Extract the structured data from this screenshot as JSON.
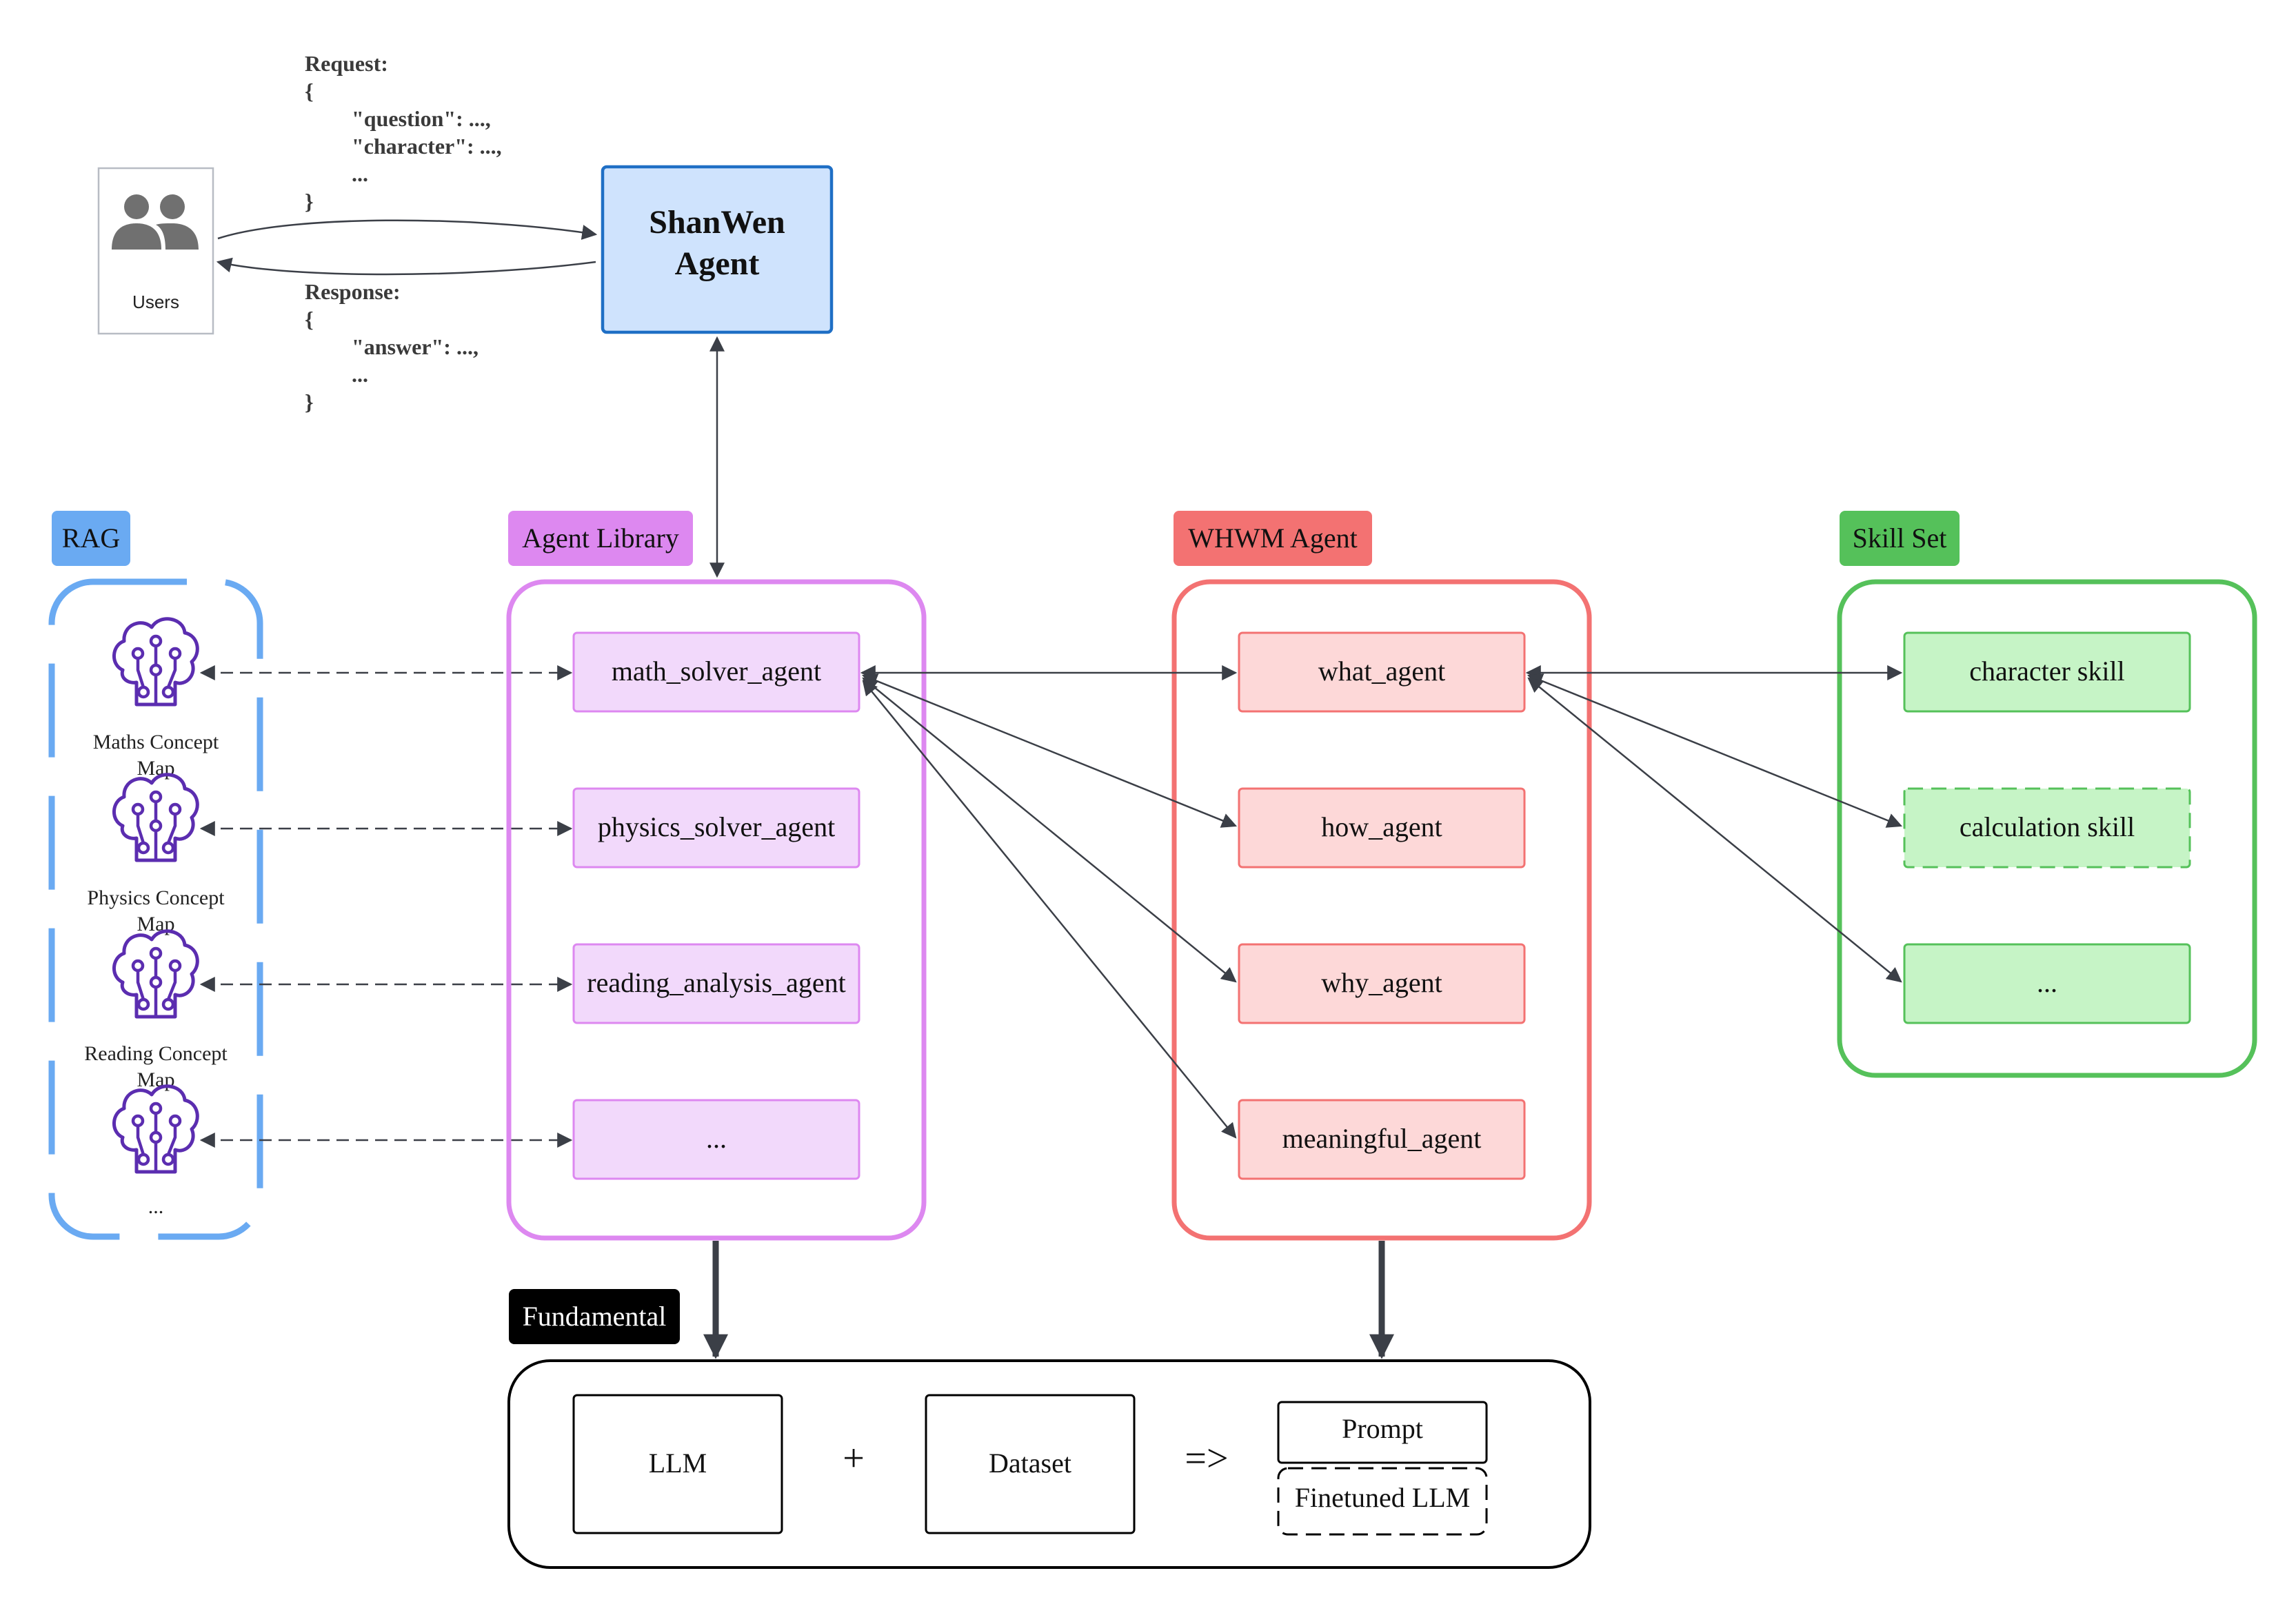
{
  "users": {
    "label": "Users",
    "icon": "users-icon"
  },
  "request": {
    "title": "Request:",
    "lines": [
      "{",
      "\"question\": ...,",
      "\"character\": ...,",
      "...",
      "}"
    ]
  },
  "response": {
    "title": "Response:",
    "lines": [
      "{",
      "\"answer\": ...,",
      "...",
      "}"
    ]
  },
  "shanwen": {
    "line1": "ShanWen",
    "line2": "Agent"
  },
  "rag": {
    "tag": "RAG",
    "items": [
      {
        "line1": "Maths Concept",
        "line2": "Map",
        "icon": "concept-map-icon"
      },
      {
        "line1": "Physics Concept",
        "line2": "Map",
        "icon": "concept-map-icon"
      },
      {
        "line1": "Reading Concept",
        "line2": "Map",
        "icon": "concept-map-icon"
      },
      {
        "line1": "...",
        "line2": "",
        "icon": "concept-map-icon"
      }
    ]
  },
  "agent_library": {
    "tag": "Agent Library",
    "items": [
      "math_solver_agent",
      "physics_solver_agent",
      "reading_analysis_agent",
      "..."
    ]
  },
  "whwm": {
    "tag": "WHWM Agent",
    "items": [
      "what_agent",
      "how_agent",
      "why_agent",
      "meaningful_agent"
    ]
  },
  "skill_set": {
    "tag": "Skill Set",
    "items": [
      "character skill",
      "calculation skill",
      "..."
    ]
  },
  "fundamental": {
    "tag": "Fundamental",
    "llm": "LLM",
    "plus": "+",
    "dataset": "Dataset",
    "arrow": "=>",
    "prompt": "Prompt",
    "finetuned": "Finetuned LLM"
  },
  "colors": {
    "rag": "#6aaaf2",
    "agent_library_border": "#dd88f0",
    "agent_library_fill": "#f2d9fb",
    "whwm_border": "#f37272",
    "whwm_fill": "#fdd8d8",
    "skill_border": "#55c15a",
    "skill_fill": "#c6f4c6",
    "shanwen_border": "#1f6fc5",
    "shanwen_fill": "#cfe3fd",
    "icon": "#5b2db0",
    "dark": "#3b3f47"
  }
}
